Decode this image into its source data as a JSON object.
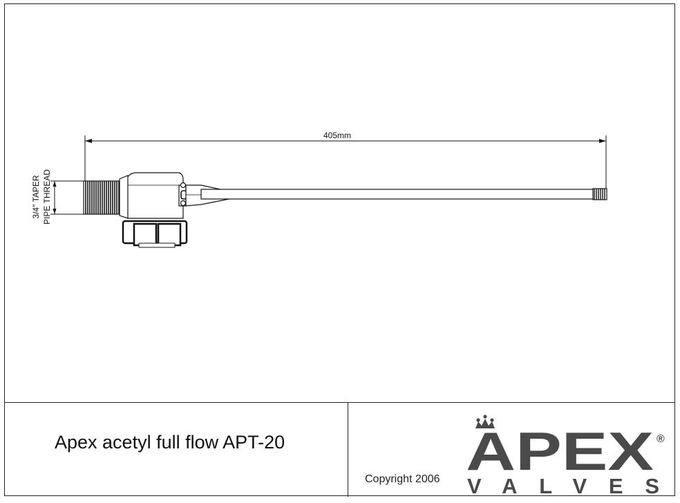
{
  "drawing": {
    "dimension_label": "405mm",
    "thread_label_line1": "3/4\" TAPER",
    "thread_label_line2": "PIPE THREAD"
  },
  "title_block": {
    "product_title": "Apex acetyl full flow APT-20",
    "copyright": "Copyright 2006"
  },
  "logo": {
    "brand_word": "APEX",
    "sub_word": "VALVES",
    "registered_mark": "®",
    "color": "#4a4a4a"
  }
}
